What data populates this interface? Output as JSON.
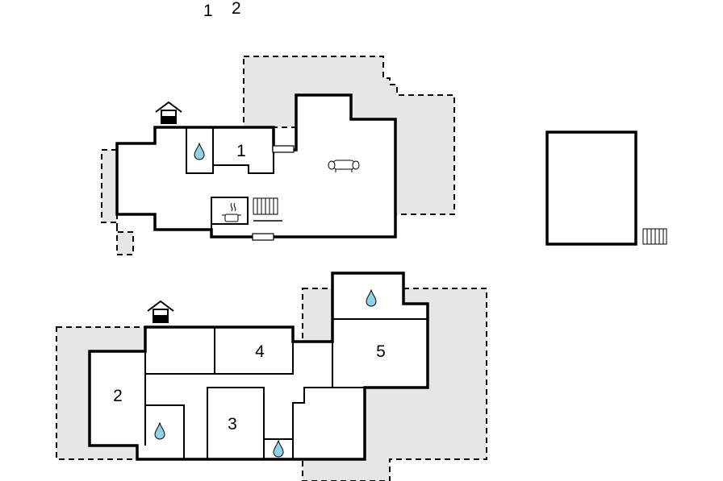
{
  "header": {
    "floor_numbers": [
      "1",
      "2"
    ]
  },
  "colors": {
    "terrace": "#e6e6e6",
    "wall": "#000000",
    "water_drop": "#8fd3e6",
    "background": "#ffffff"
  },
  "plans": {
    "ground": {
      "rooms": [
        {
          "label": "1"
        }
      ],
      "icons": [
        "entrance-icon",
        "water-drop-icon",
        "sofa-icon",
        "kitchen-pot-icon",
        "staircase-icon",
        "window-icon",
        "window-icon"
      ]
    },
    "annex": {
      "icons": [
        "staircase-icon"
      ]
    },
    "upper": {
      "rooms": [
        {
          "label": "2"
        },
        {
          "label": "3"
        },
        {
          "label": "4"
        },
        {
          "label": "5"
        }
      ],
      "icons": [
        "entrance-icon",
        "water-drop-icon",
        "water-drop-icon",
        "water-drop-icon"
      ]
    }
  }
}
